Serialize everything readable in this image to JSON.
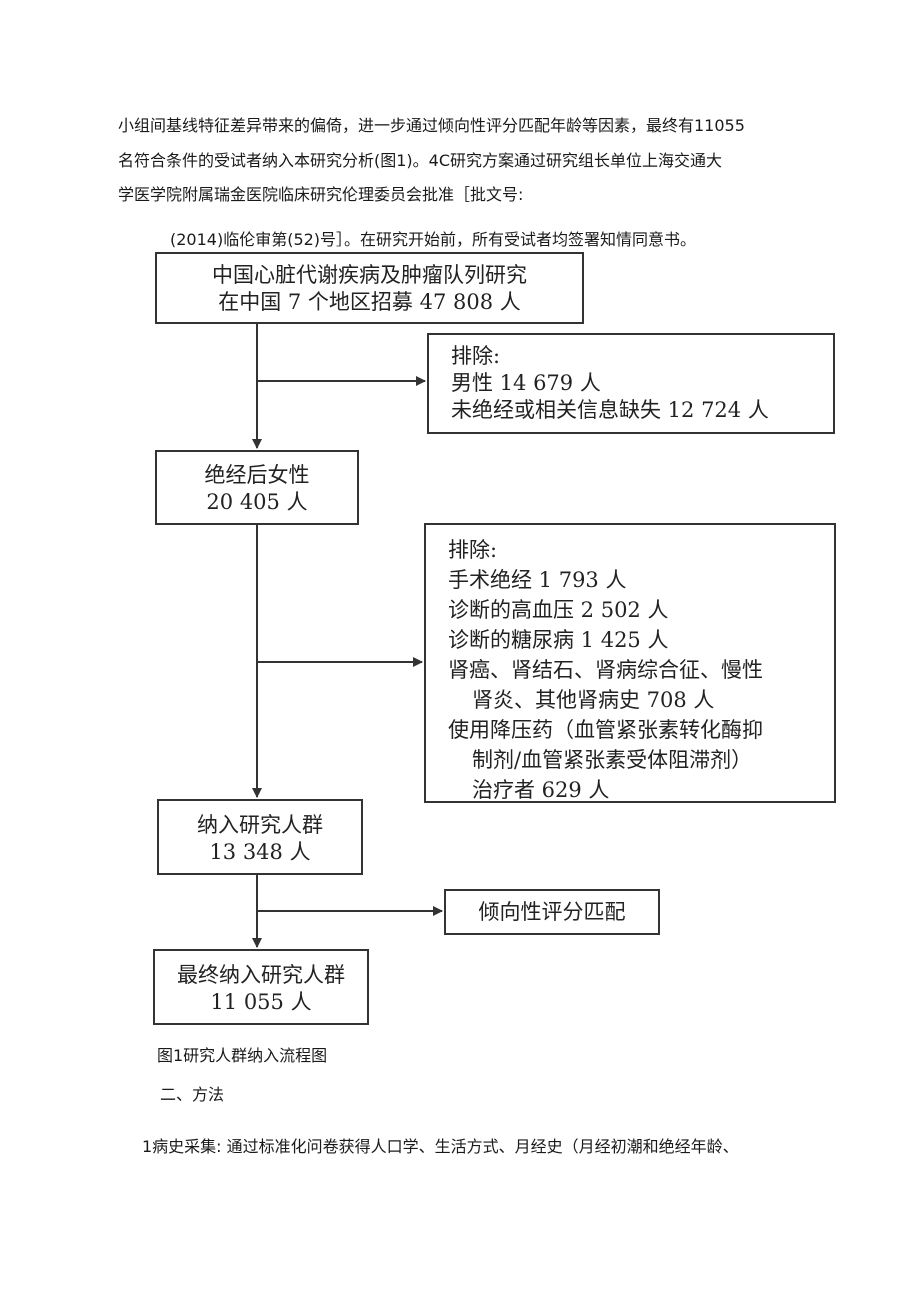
{
  "intro": {
    "line1": "小组间基线特征差异带来的偏倚，进一步通过倾向性评分匹配年龄等因素，最终有11055",
    "line2": "名符合条件的受试者纳入本研究分析(图1)。4C研究方案通过研究组长单位上海交通大",
    "line3": "学医学院附属瑞金医院临床研究伦理委员会批准［批文号:",
    "line4": "(2014)临伦审第(52)号］。在研究开始前，所有受试者均签署知情同意书。"
  },
  "flowchart": {
    "box1": {
      "line1": "中国心脏代谢疾病及肿瘤队列研究",
      "line2": "在中国 7 个地区招募 47 808 人"
    },
    "exclude1": {
      "title": "排除:",
      "items": [
        "男性 14 679 人",
        "未绝经或相关信息缺失 12 724 人"
      ]
    },
    "box2": {
      "line1": "绝经后女性",
      "line2": "20 405 人"
    },
    "exclude2": {
      "title": "排除:",
      "items": [
        "手术绝经 1 793 人",
        "诊断的高血压 2 502 人",
        "诊断的糖尿病 1 425 人",
        "肾癌、肾结石、肾病综合征、慢性",
        "肾炎、其他肾病史 708 人",
        "使用降压药（血管紧张素转化酶抑",
        "制剂/血管紧张素受体阻滞剂）",
        "治疗者 629 人"
      ]
    },
    "box3": {
      "line1": "纳入研究人群",
      "line2": "13 348 人"
    },
    "psm": {
      "label": "倾向性评分匹配"
    },
    "box4": {
      "line1": "最终纳入研究人群",
      "line2": "11 055 人"
    }
  },
  "figure_caption": "图1研究人群纳入流程图",
  "section_heading": "二、方法",
  "history_line": "1病史采集: 通过标准化问卷获得人口学、生活方式、月经史（月经初潮和绝经年龄、"
}
